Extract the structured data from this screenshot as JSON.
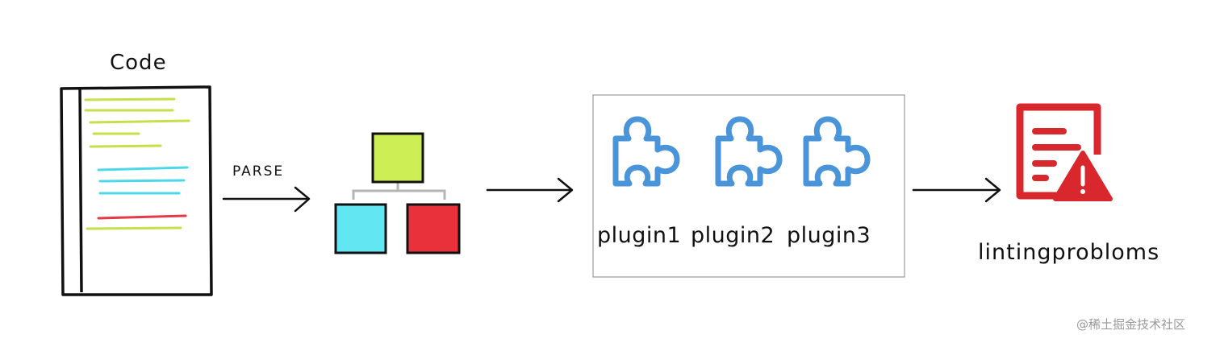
{
  "code_label": "Code",
  "parse_label": "PARSE",
  "plugins": [
    {
      "label": "plugin1"
    },
    {
      "label": "plugin2"
    },
    {
      "label": "plugin3"
    }
  ],
  "result_label": "lintingprobloms",
  "watermark": "@稀土掘金技术社区",
  "colors": {
    "code_green": "#c5e04a",
    "code_cyan": "#4dd8ea",
    "code_red": "#e23a47",
    "node_green": "#cdef55",
    "node_cyan": "#62e6f1",
    "node_red": "#e8313b",
    "plugin_blue": "#4a94d9",
    "lint_red": "#d9272e"
  },
  "icons": {
    "plugin": "puzzle-piece-icon",
    "result": "warning-document-icon"
  }
}
